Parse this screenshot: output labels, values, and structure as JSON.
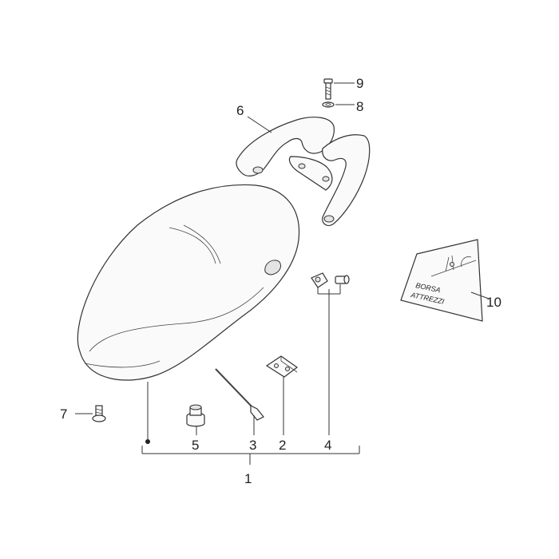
{
  "callouts": {
    "c1": "1",
    "c2": "2",
    "c3": "3",
    "c4": "4",
    "c5": "5",
    "c6": "6",
    "c7": "7",
    "c8": "8",
    "c9": "9",
    "c10": "10"
  },
  "toolbag": {
    "line1": "BORSA",
    "line2": "ATTREZZI"
  }
}
